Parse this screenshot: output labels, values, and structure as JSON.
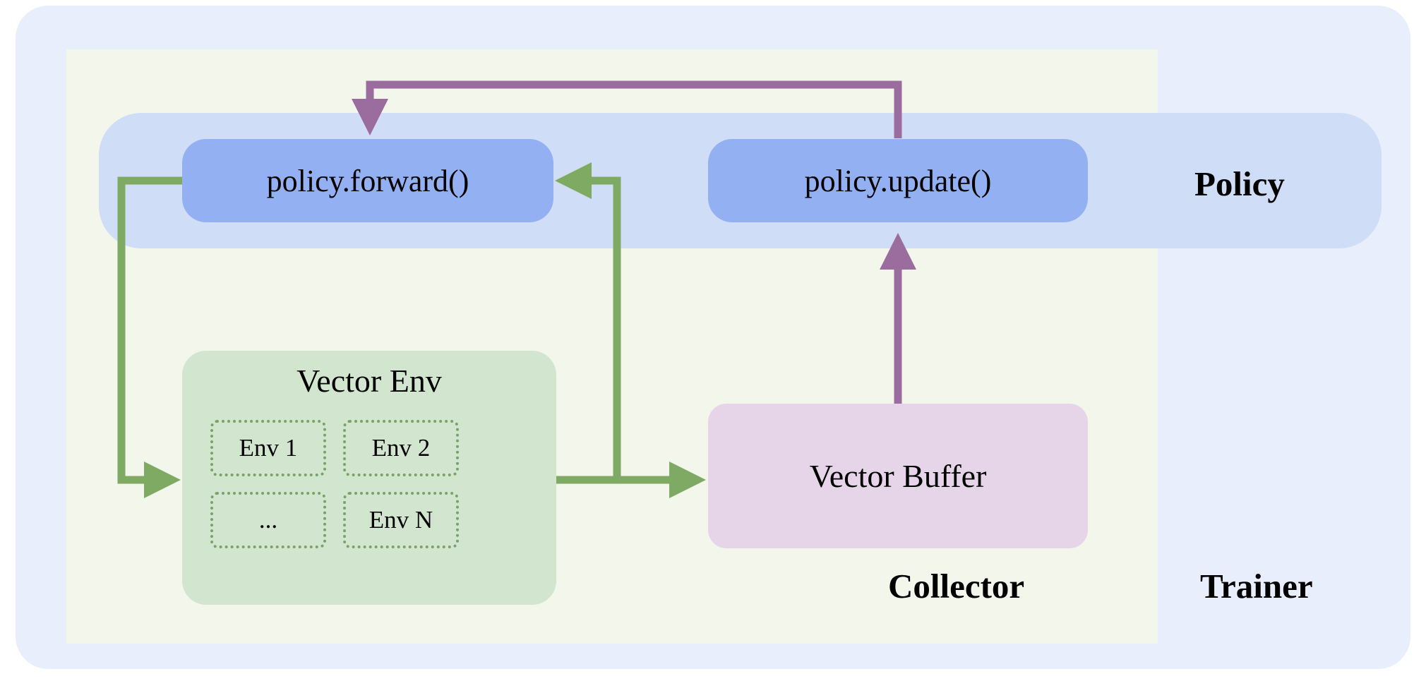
{
  "diagram": {
    "title_groups": {
      "trainer": "Trainer",
      "collector": "Collector",
      "policy": "Policy"
    },
    "nodes": {
      "policy_forward": "policy.forward()",
      "policy_update": "policy.update()",
      "vector_env": "Vector Env",
      "vector_buffer": "Vector Buffer"
    },
    "envs": [
      {
        "label": "Env 1"
      },
      {
        "label": "Env 2"
      },
      {
        "label": "..."
      },
      {
        "label": "Env N"
      }
    ],
    "colors": {
      "trainer_bg": "#e8eefc",
      "collector_bg": "#f3f6ea",
      "policy_band_bg": "#cfdef6",
      "policy_node_bg": "#93b1f2",
      "vector_env_bg": "#d2e5ce",
      "env_cell_border": "#79a266",
      "vector_buffer_bg": "#e6d4e9",
      "arrow_green": "#7faa63",
      "arrow_purple": "#9b6d9e",
      "text": "#000000"
    },
    "edges": [
      {
        "id": "forward-to-env",
        "from": "policy.forward()",
        "to": "Vector Env",
        "color": "#7faa63",
        "style": "orthogonal-left-loop"
      },
      {
        "id": "env-to-buffer",
        "from": "Vector Env",
        "to": "Vector Buffer",
        "color": "#7faa63",
        "style": "straight-right"
      },
      {
        "id": "env-to-forward",
        "from": "Vector Env",
        "to": "policy.forward()",
        "color": "#7faa63",
        "style": "orthogonal-up-left"
      },
      {
        "id": "buffer-to-update",
        "from": "Vector Buffer",
        "to": "policy.update()",
        "color": "#9b6d9e",
        "style": "straight-up"
      },
      {
        "id": "update-to-forward",
        "from": "policy.update()",
        "to": "policy.forward()",
        "color": "#9b6d9e",
        "style": "orthogonal-top-loop"
      }
    ]
  }
}
